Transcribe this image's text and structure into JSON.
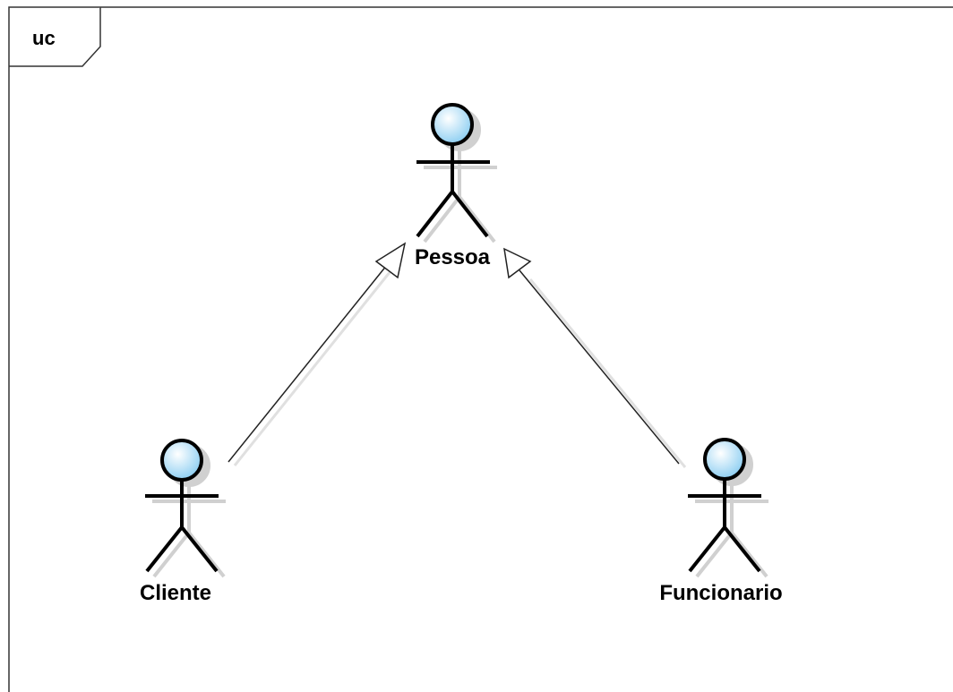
{
  "diagram": {
    "frame_label": "uc",
    "actors": [
      {
        "id": "pessoa",
        "name": "Pessoa"
      },
      {
        "id": "cliente",
        "name": "Cliente"
      },
      {
        "id": "funcionario",
        "name": "Funcionario"
      }
    ],
    "generalizations": [
      {
        "from": "cliente",
        "to": "pessoa"
      },
      {
        "from": "funcionario",
        "to": "pessoa"
      }
    ],
    "colors": {
      "actor_head_fill": "#bfe4f8",
      "actor_stroke": "#000000",
      "shadow": "#d9d9d9",
      "frame_stroke": "#333333",
      "background": "#ffffff"
    }
  }
}
